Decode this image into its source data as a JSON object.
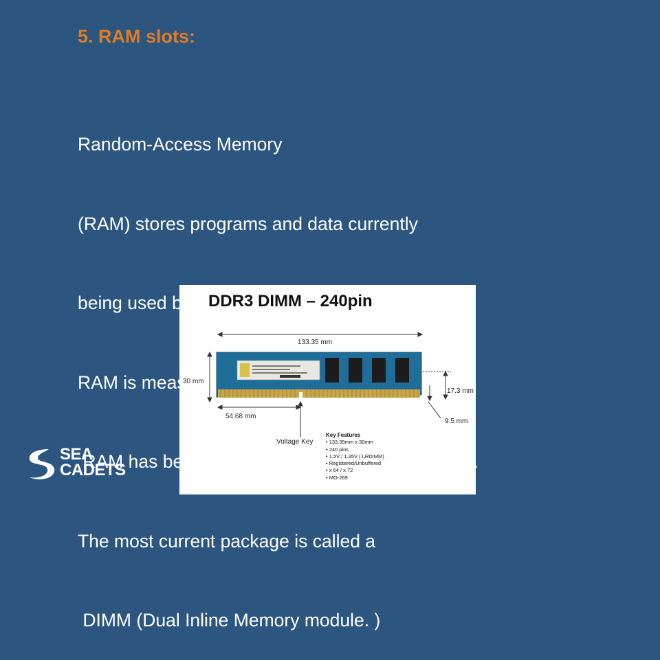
{
  "slide": {
    "heading": "5. RAM slots:",
    "body_lines": [
      "Random-Access Memory",
      "(RAM) stores programs and data currently",
      "being used by the CPU.",
      "RAM is measured in units called bytes.",
      " RAM has been packaged in many different ways.",
      "The most current package is called a",
      " DIMM (Dual Inline Memory module. )"
    ]
  },
  "figure": {
    "title": "DDR3 DIMM – 240pin",
    "width_label": "133.35 mm",
    "height_label": "30 mm",
    "key_offset_label": "54.68 mm",
    "chip_height_label": "17.3 mm",
    "edge_label": "9.5 mm",
    "voltage_key_label": "Voltage Key",
    "key_features_title": "Key Features",
    "key_features": [
      "• 133.35mm x 30mm",
      "• 240 pins",
      "• 1.5V / 1.35V ( LRDIMM)",
      "• Registered/Unbuffered",
      "• x 64 / x 72",
      "• MO-269"
    ]
  },
  "logo": {
    "line1": "SEA",
    "line2": "CADETS",
    "colors": {
      "text": "#ffffff"
    }
  },
  "colors": {
    "background": "#2c5680",
    "heading": "#e07b20",
    "body_text": "#ffffff",
    "pcb": "#1f6e9a"
  }
}
